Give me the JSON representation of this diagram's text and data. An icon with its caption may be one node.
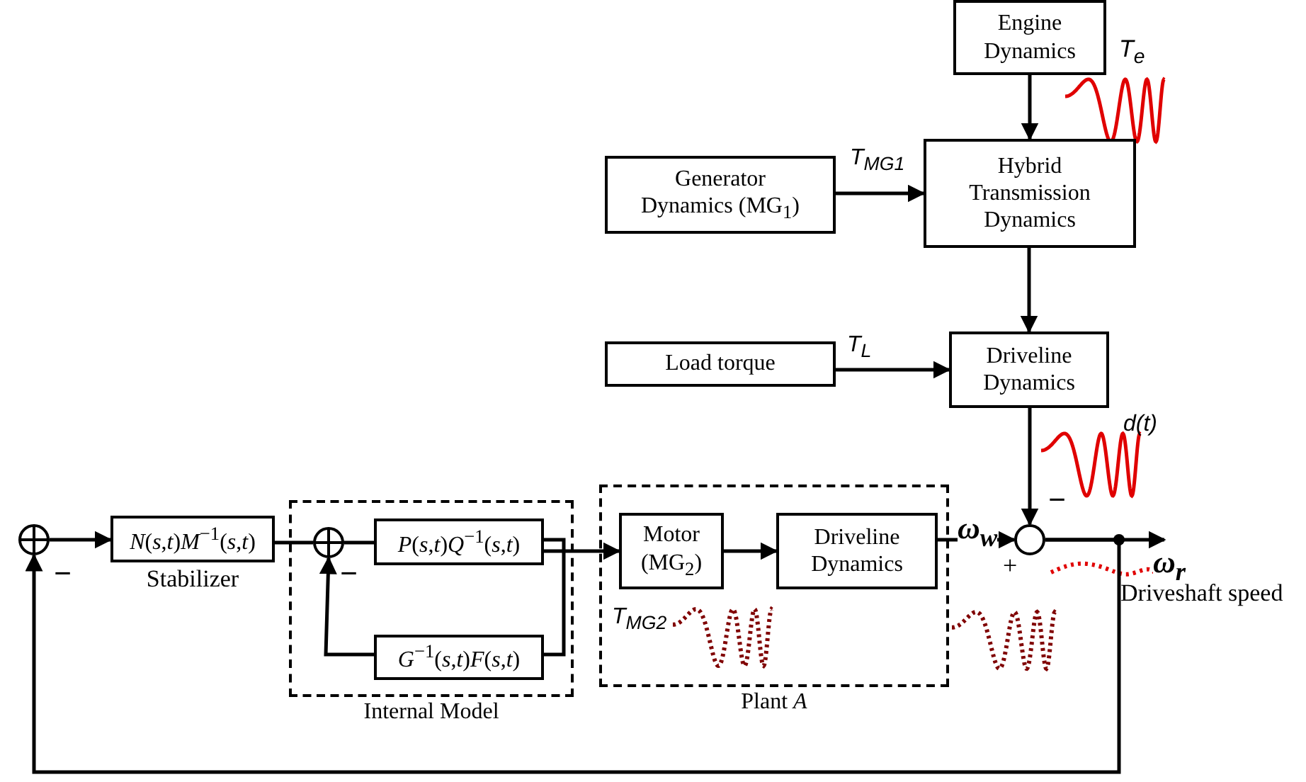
{
  "diagram": {
    "nodes": [
      {
        "text": [
          "Engine Dynamics"
        ]
      },
      {
        "text": [
          "Generator Dynamics (MG$_{1}$)"
        ]
      },
      {
        "text": [
          "Hybrid Transmission Dynamics"
        ]
      },
      {
        "text": [
          "Load torque"
        ]
      },
      {
        "text": [
          "Driveline Dynamics"
        ]
      },
      {
        "text": [],
        "shape": "circle"
      },
      {
        "text": [
          "*N*(*s*,*t*)*M*$^{−1}$(*s*,*t*)"
        ],
        "beside": [
          "Stabilizer"
        ]
      },
      {
        "text": [
          "Internal Model"
        ]
      },
      {
        "text": [],
        "shape": "circle",
        "in": 7
      },
      {
        "text": [
          "*P*(*s*,*t*)*Q*$^{−1}$(*s*,*t*)"
        ],
        "in": 7
      },
      {
        "text": [
          "*G*$^{−1}$(*s*,*t*)*F*(*s*,*t*)"
        ],
        "in": 7
      },
      {
        "text": [
          "Plant *A*"
        ]
      },
      {
        "text": [
          "Motor (MG$_{2}$)"
        ],
        "in": 11
      },
      {
        "text": [
          "Driveline Dynamics"
        ],
        "in": 11
      },
      {
        "text": [],
        "shape": "circle"
      }
    ],
    "edges": [
      {
        "from": 0,
        "to": 2,
        "arrow": "to"
      },
      {
        "from": 1,
        "to": 2,
        "arrow": "to",
        "label": "T$_{MG1}$"
      },
      {
        "from": 2,
        "to": 4,
        "arrow": "to"
      },
      {
        "from": 3,
        "to": 4,
        "arrow": "to",
        "label": "T$_{L}$"
      },
      {
        "from": 4,
        "to": 14,
        "arrow": "to"
      },
      {
        "from": 5,
        "to": 6,
        "arrow": "to"
      },
      {
        "from": 6,
        "to": 8,
        "arrow": "none"
      },
      {
        "from": 8,
        "to": 9,
        "arrow": "none"
      },
      {
        "from": 9,
        "to": 12,
        "arrow": "to"
      },
      {
        "from": 9,
        "to": 10,
        "arrow": "none"
      },
      {
        "from": 10,
        "to": 8,
        "arrow": "to"
      },
      {
        "from": 12,
        "to": 13,
        "arrow": "to"
      },
      {
        "from": 13,
        "to": 14,
        "arrow": "to",
        "label": "ω$_{w}$"
      },
      {
        "from": 14,
        "to": null,
        "arrow": "to",
        "label": "ω$_{r}$"
      },
      {
        "from": 14,
        "to": 5,
        "arrow": "to"
      }
    ],
    "labels": [
      "−",
      "−",
      "−",
      "+",
      "T$_{e}$",
      "d(t)",
      "T$_{MG2}$",
      "Driveshaft speed"
    ]
  }
}
